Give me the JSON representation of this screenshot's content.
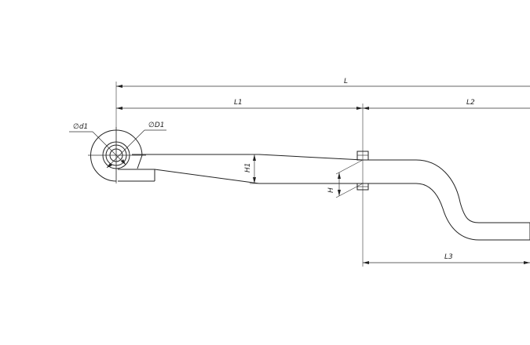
{
  "dimensions": {
    "L": "L",
    "L1": "L1",
    "L2": "L2",
    "L3": "L3",
    "H": "H",
    "H1": "H1",
    "d1": "∅d1",
    "D1": "∅D1"
  }
}
